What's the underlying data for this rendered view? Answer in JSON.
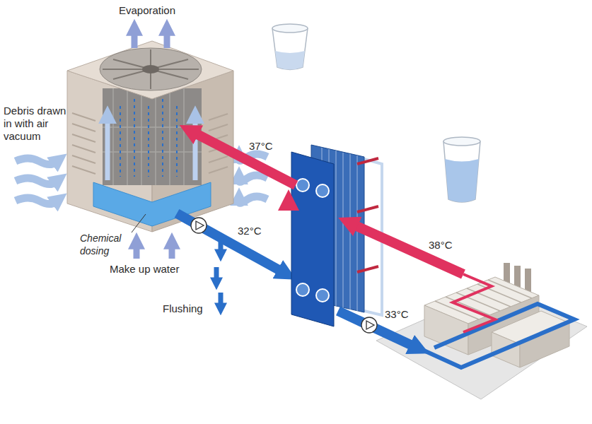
{
  "diagram": {
    "labels": [
      "Evaporation",
      "Debris drawn in with air vacuum",
      "37°C",
      "Chemical dosing",
      "32°C",
      "Make up water",
      "38°C",
      "Flushing",
      "33°C"
    ]
  }
}
